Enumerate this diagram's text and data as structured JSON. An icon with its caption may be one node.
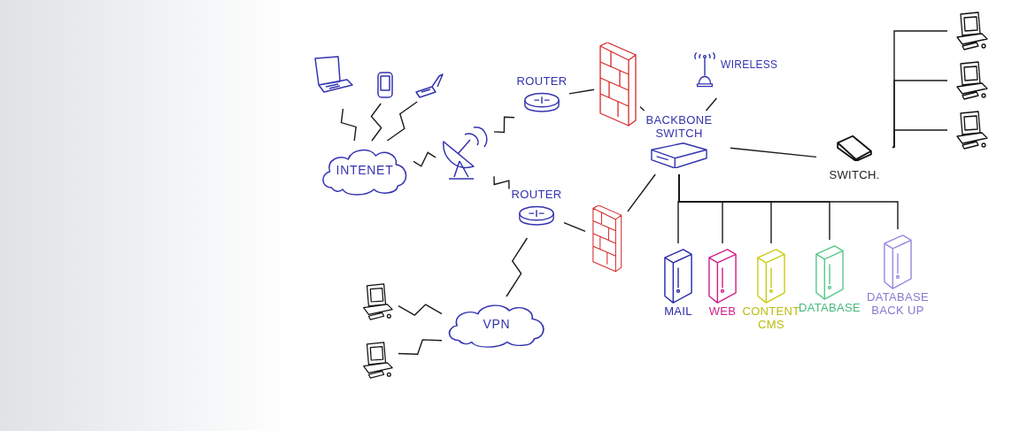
{
  "diagram": {
    "nodes": [
      {
        "text": [],
        "shape": "picture"
      },
      {
        "text": [],
        "shape": "picture"
      },
      {
        "text": [],
        "shape": "picture"
      },
      {
        "text": [
          "INTENET"
        ]
      },
      {
        "text": [],
        "shape": "picture"
      },
      {
        "text": [
          "ROUTER"
        ]
      },
      {
        "text": [],
        "shape": "picture"
      },
      {
        "text": [
          "ROUTER"
        ]
      },
      {
        "text": [],
        "shape": "picture"
      },
      {
        "text": [
          "WIRELESS"
        ]
      },
      {
        "text": [
          "BACKBONE SWITCH"
        ]
      },
      {
        "text": [
          "SWITCH."
        ]
      },
      {
        "text": [],
        "shape": "picture"
      },
      {
        "text": [],
        "shape": "picture"
      },
      {
        "text": [],
        "shape": "picture"
      },
      {
        "text": [
          "VPN"
        ]
      },
      {
        "text": [],
        "shape": "picture"
      },
      {
        "text": [],
        "shape": "picture"
      },
      {
        "text": [
          "MAIL"
        ]
      },
      {
        "text": [
          "WEB"
        ]
      },
      {
        "text": [
          "CONTENT CMS"
        ]
      },
      {
        "text": [
          "DATABASE"
        ]
      },
      {
        "text": [
          "DATABASE",
          "BACK UP"
        ]
      }
    ],
    "edges": [
      {
        "from": 0,
        "to": 3,
        "arrow": "none"
      },
      {
        "from": 1,
        "to": 3,
        "arrow": "none"
      },
      {
        "from": 2,
        "to": 3,
        "arrow": "none"
      },
      {
        "from": 3,
        "to": 4,
        "arrow": "none"
      },
      {
        "from": 4,
        "to": 5,
        "arrow": "none"
      },
      {
        "from": 4,
        "to": 7,
        "arrow": "none"
      },
      {
        "from": 5,
        "to": 6,
        "arrow": "none"
      },
      {
        "from": 7,
        "to": 8,
        "arrow": "none"
      },
      {
        "from": 6,
        "to": 10,
        "arrow": "none"
      },
      {
        "from": 8,
        "to": 10,
        "arrow": "none"
      },
      {
        "from": 9,
        "to": 10,
        "arrow": "none"
      },
      {
        "from": 10,
        "to": 11,
        "arrow": "none"
      },
      {
        "from": 11,
        "to": 12,
        "arrow": "none"
      },
      {
        "from": 11,
        "to": 13,
        "arrow": "none"
      },
      {
        "from": 11,
        "to": 14,
        "arrow": "none"
      },
      {
        "from": 7,
        "to": 15,
        "arrow": "none"
      },
      {
        "from": 16,
        "to": 15,
        "arrow": "none"
      },
      {
        "from": 17,
        "to": 15,
        "arrow": "none"
      },
      {
        "from": 10,
        "to": 18,
        "arrow": "none"
      },
      {
        "from": 10,
        "to": 19,
        "arrow": "none"
      },
      {
        "from": 10,
        "to": 20,
        "arrow": "none"
      },
      {
        "from": 10,
        "to": 21,
        "arrow": "none"
      },
      {
        "from": 10,
        "to": 22,
        "arrow": "none"
      }
    ]
  }
}
